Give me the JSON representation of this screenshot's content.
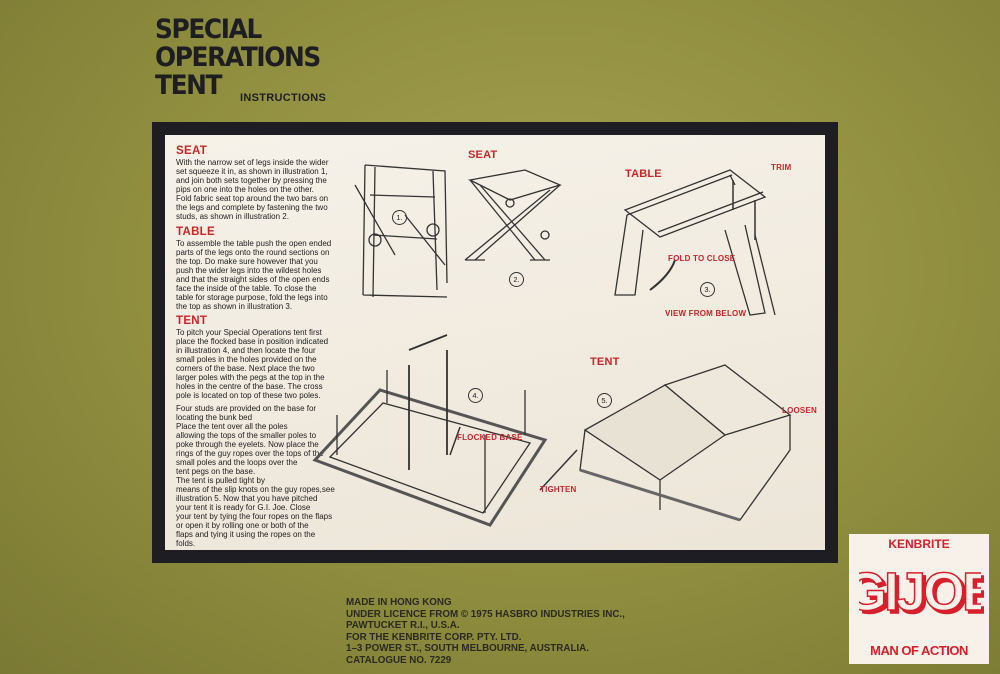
{
  "header": {
    "title_lines": [
      "SPECIAL",
      "OPERATIONS",
      "TENT"
    ],
    "subtitle": "INSTRUCTIONS"
  },
  "instructions": {
    "seat": {
      "heading": "SEAT",
      "body": "With the narrow set of legs inside the wider\nset squeeze it in, as shown in illustration 1,\nand join both sets together by pressing the\npips on one into the holes on the other.\nFold fabric seat top around the two bars on\nthe legs and complete by fastening the two\nstuds, as shown in illustration 2."
    },
    "table": {
      "heading": "TABLE",
      "body": "To assemble the table push the open ended\nparts of the legs onto the round sections on\nthe top.  Do make sure however that you\npush the wider legs into the wildest holes\nand that the straight sides of the open ends\nface the inside of the table.  To close the\ntable for storage purpose, fold the legs into\nthe top as shown in illustration 3."
    },
    "tent": {
      "heading": "TENT",
      "body": "To pitch your Special Operations tent first\nplace the flocked base in position indicated\nin illustration 4, and then locate the four\nsmall poles in the holes provided on the\ncorners of the base.  Next place the two\nlarger poles with the pegs at the top in the\nholes in the centre  of the base. The cross\npole is located on top of these two poles.",
      "body2": "Four studs are provided on the base for\nlocating the bunk bed\nPlace the tent over all the poles\nallowing the tops of the smaller poles to\npoke through the eyelets.  Now place the\nrings of the guy ropes over the tops of the\nsmall poles and the loops over the\ntent pegs on the base.\nThe tent is pulled tight by\nmeans of the slip knots on the guy ropes,see\nillustration 5.  Now that you have pitched\nyour tent it is ready for G.I. Joe.  Close\nyour tent by tying the four ropes on the flaps\nor open it by rolling one or both of the\nflaps and tying it using the ropes on the\nfolds."
    }
  },
  "illustrations": {
    "seat_label": "SEAT",
    "table_label": "TABLE",
    "tent_label": "TENT",
    "trim": "TRIM",
    "fold_to_close": "FOLD TO CLOSE",
    "view_from_below": "VIEW FROM BELOW",
    "flocked_base": "FLOCKED BASE",
    "loosen": "LOOSEN",
    "tighten": "TIGHTEN",
    "numbers": [
      "1.",
      "2.",
      "3.",
      "4.",
      "5."
    ]
  },
  "footer": {
    "text": "MADE IN HONG KONG\nUNDER LICENCE FROM © 1975 HASBRO INDUSTRIES INC.,\nPAWTUCKET R.I., U.S.A.\nFOR THE KENBRITE CORP.  PTY. LTD.\n1–3 POWER ST., SOUTH MELBOURNE, AUSTRALIA.\nCATALOGUE NO. 7229"
  },
  "logo": {
    "top": "KENBRITE",
    "main": "GI JOE",
    "bottom": "MAN OF ACTION",
    "color": "#d8202c"
  },
  "colors": {
    "background": "#8f8d3e",
    "frame": "#1d1d23",
    "panel": "#f3eee4",
    "heading_red": "#c8262a"
  }
}
